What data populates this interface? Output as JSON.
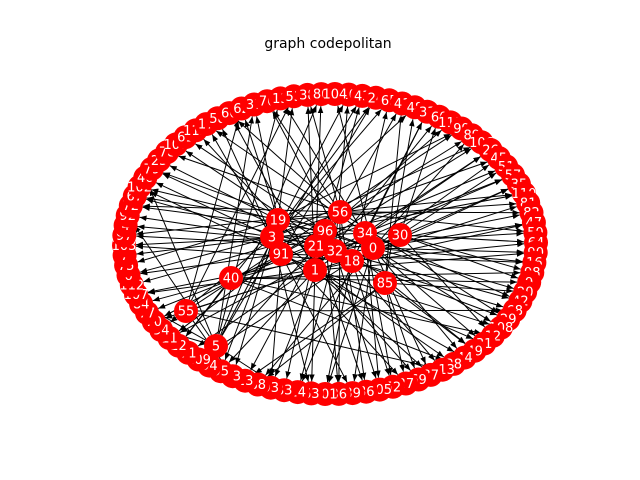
{
  "title": "graph codepolitan",
  "colors": {
    "node_fill": "#ff0000",
    "node_label": "#ffffff",
    "edge": "#000000",
    "background": "#ffffff"
  },
  "graph": {
    "directed": true,
    "hubs": [
      "56",
      "34",
      "0",
      "30",
      "19",
      "3",
      "96",
      "21",
      "32",
      "18",
      "91",
      "1",
      "40",
      "85",
      "55",
      "5"
    ],
    "ring": [
      "10",
      "43",
      "24",
      "65",
      "41",
      "48",
      "33",
      "60",
      "111",
      "99",
      "89",
      "106",
      "26",
      "45",
      "51",
      "57",
      "35",
      "110",
      "81",
      "82",
      "47",
      "50",
      "64",
      "90",
      "16",
      "98",
      "9",
      "20",
      "42",
      "68",
      "29",
      "108",
      "12",
      "31",
      "49",
      "44",
      "28",
      "113",
      "87",
      "69",
      "27",
      "52",
      "105",
      "86",
      "39",
      "36",
      "101",
      "63",
      "14",
      "83",
      "93",
      "88",
      "23",
      "73",
      "95",
      "94",
      "109",
      "71",
      "22",
      "11",
      "54",
      "70",
      "77",
      "84",
      "107",
      "112",
      "6",
      "75",
      "7",
      "103",
      "97",
      "4",
      "92",
      "72",
      "67",
      "102",
      "46",
      "79",
      "25",
      "78",
      "100",
      "61",
      "115",
      "17",
      "58",
      "66",
      "62",
      "37",
      "76",
      "13",
      "53",
      "38",
      "80",
      "104"
    ],
    "edges": [
      [
        "56",
        "38"
      ],
      [
        "56",
        "41"
      ],
      [
        "56",
        "110"
      ],
      [
        "56",
        "82"
      ],
      [
        "56",
        "50"
      ],
      [
        "56",
        "29"
      ],
      [
        "56",
        "86"
      ],
      [
        "56",
        "36"
      ],
      [
        "56",
        "93"
      ],
      [
        "56",
        "97"
      ],
      [
        "56",
        "72"
      ],
      [
        "56",
        "78"
      ],
      [
        "56",
        "66"
      ],
      [
        "56",
        "76"
      ],
      [
        "34",
        "33"
      ],
      [
        "34",
        "26"
      ],
      [
        "34",
        "57"
      ],
      [
        "34",
        "64"
      ],
      [
        "34",
        "42"
      ],
      [
        "34",
        "52"
      ],
      [
        "34",
        "105"
      ],
      [
        "34",
        "14"
      ],
      [
        "34",
        "11"
      ],
      [
        "34",
        "103"
      ],
      [
        "34",
        "67"
      ],
      [
        "34",
        "17"
      ],
      [
        "0",
        "59"
      ],
      [
        "0",
        "89"
      ],
      [
        "0",
        "45"
      ],
      [
        "0",
        "35"
      ],
      [
        "0",
        "47"
      ],
      [
        "0",
        "90"
      ],
      [
        "0",
        "16"
      ],
      [
        "0",
        "108"
      ],
      [
        "0",
        "31"
      ],
      [
        "0",
        "44"
      ],
      [
        "0",
        "87"
      ],
      [
        "0",
        "39"
      ],
      [
        "0",
        "101"
      ],
      [
        "0",
        "88"
      ],
      [
        "0",
        "107"
      ],
      [
        "0",
        "4"
      ],
      [
        "0",
        "79"
      ],
      [
        "0",
        "104"
      ],
      [
        "0",
        "13"
      ],
      [
        "30",
        "51"
      ],
      [
        "30",
        "60"
      ],
      [
        "30",
        "98"
      ],
      [
        "30",
        "9"
      ],
      [
        "30",
        "12"
      ],
      [
        "19",
        "53"
      ],
      [
        "19",
        "37"
      ],
      [
        "19",
        "99"
      ],
      [
        "19",
        "81"
      ],
      [
        "19",
        "20"
      ],
      [
        "19",
        "69"
      ],
      [
        "19",
        "73"
      ],
      [
        "19",
        "22"
      ],
      [
        "19",
        "75"
      ],
      [
        "19",
        "102"
      ],
      [
        "19",
        "115"
      ],
      [
        "19",
        "25"
      ],
      [
        "19",
        "62"
      ],
      [
        "3",
        "24"
      ],
      [
        "3",
        "65"
      ],
      [
        "3",
        "48"
      ],
      [
        "3",
        "106"
      ],
      [
        "3",
        "45"
      ],
      [
        "3",
        "68"
      ],
      [
        "3",
        "28"
      ],
      [
        "3",
        "27"
      ],
      [
        "3",
        "63"
      ],
      [
        "3",
        "95"
      ],
      [
        "3",
        "54"
      ],
      [
        "3",
        "6"
      ],
      [
        "3",
        "92"
      ],
      [
        "3",
        "46"
      ],
      [
        "3",
        "58"
      ],
      [
        "96",
        "43"
      ],
      [
        "96",
        "111"
      ],
      [
        "96",
        "110"
      ],
      [
        "96",
        "49"
      ],
      [
        "96",
        "113"
      ],
      [
        "96",
        "36"
      ],
      [
        "96",
        "23"
      ],
      [
        "96",
        "70"
      ],
      [
        "96",
        "112"
      ],
      [
        "96",
        "7"
      ],
      [
        "96",
        "72"
      ],
      [
        "96",
        "61"
      ],
      [
        "21",
        "80"
      ],
      [
        "21",
        "106"
      ],
      [
        "21",
        "50"
      ],
      [
        "21",
        "86"
      ],
      [
        "21",
        "83"
      ],
      [
        "21",
        "94"
      ],
      [
        "21",
        "77"
      ],
      [
        "21",
        "97"
      ],
      [
        "32",
        "10"
      ],
      [
        "32",
        "57"
      ],
      [
        "32",
        "82"
      ],
      [
        "32",
        "42"
      ],
      [
        "32",
        "105"
      ],
      [
        "32",
        "14"
      ],
      [
        "32",
        "71"
      ],
      [
        "32",
        "84"
      ],
      [
        "32",
        "67"
      ],
      [
        "32",
        "100"
      ],
      [
        "18",
        "65"
      ],
      [
        "18",
        "33"
      ],
      [
        "18",
        "35"
      ],
      [
        "18",
        "64"
      ],
      [
        "18",
        "29"
      ],
      [
        "18",
        "52"
      ],
      [
        "18",
        "101"
      ],
      [
        "18",
        "109"
      ],
      [
        "18",
        "103"
      ],
      [
        "18",
        "79"
      ],
      [
        "18",
        "76"
      ],
      [
        "91",
        "24"
      ],
      [
        "91",
        "89"
      ],
      [
        "91",
        "16"
      ],
      [
        "91",
        "44"
      ],
      [
        "91",
        "39"
      ],
      [
        "91",
        "93"
      ],
      [
        "91",
        "11"
      ],
      [
        "91",
        "6"
      ],
      [
        "91",
        "17"
      ],
      [
        "1",
        "38"
      ],
      [
        "1",
        "60"
      ],
      [
        "1",
        "26"
      ],
      [
        "1",
        "47"
      ],
      [
        "1",
        "90"
      ],
      [
        "1",
        "108"
      ],
      [
        "1",
        "31"
      ],
      [
        "1",
        "87"
      ],
      [
        "1",
        "63"
      ],
      [
        "1",
        "95"
      ],
      [
        "1",
        "70"
      ],
      [
        "1",
        "107"
      ],
      [
        "1",
        "102"
      ],
      [
        "1",
        "66"
      ],
      [
        "40",
        "51"
      ],
      [
        "40",
        "98"
      ],
      [
        "40",
        "9"
      ],
      [
        "40",
        "12"
      ],
      [
        "40",
        "28"
      ],
      [
        "40",
        "22"
      ],
      [
        "85",
        "48"
      ],
      [
        "85",
        "41"
      ],
      [
        "85",
        "20"
      ],
      [
        "85",
        "49"
      ],
      [
        "85",
        "69"
      ],
      [
        "85",
        "27"
      ],
      [
        "85",
        "88"
      ],
      [
        "85",
        "23"
      ],
      [
        "55",
        "62"
      ],
      [
        "55",
        "53"
      ],
      [
        "55",
        "99"
      ],
      [
        "55",
        "81"
      ],
      [
        "55",
        "68"
      ],
      [
        "55",
        "113"
      ],
      [
        "55",
        "73"
      ],
      [
        "5",
        "10"
      ],
      [
        "5",
        "43"
      ],
      [
        "5",
        "80"
      ],
      [
        "5",
        "37"
      ],
      [
        "5",
        "83"
      ],
      [
        "5",
        "94"
      ],
      [
        "5",
        "54"
      ],
      [
        "5",
        "84"
      ],
      [
        "5",
        "92"
      ],
      [
        "5",
        "46"
      ],
      [
        "5",
        "13"
      ]
    ]
  }
}
